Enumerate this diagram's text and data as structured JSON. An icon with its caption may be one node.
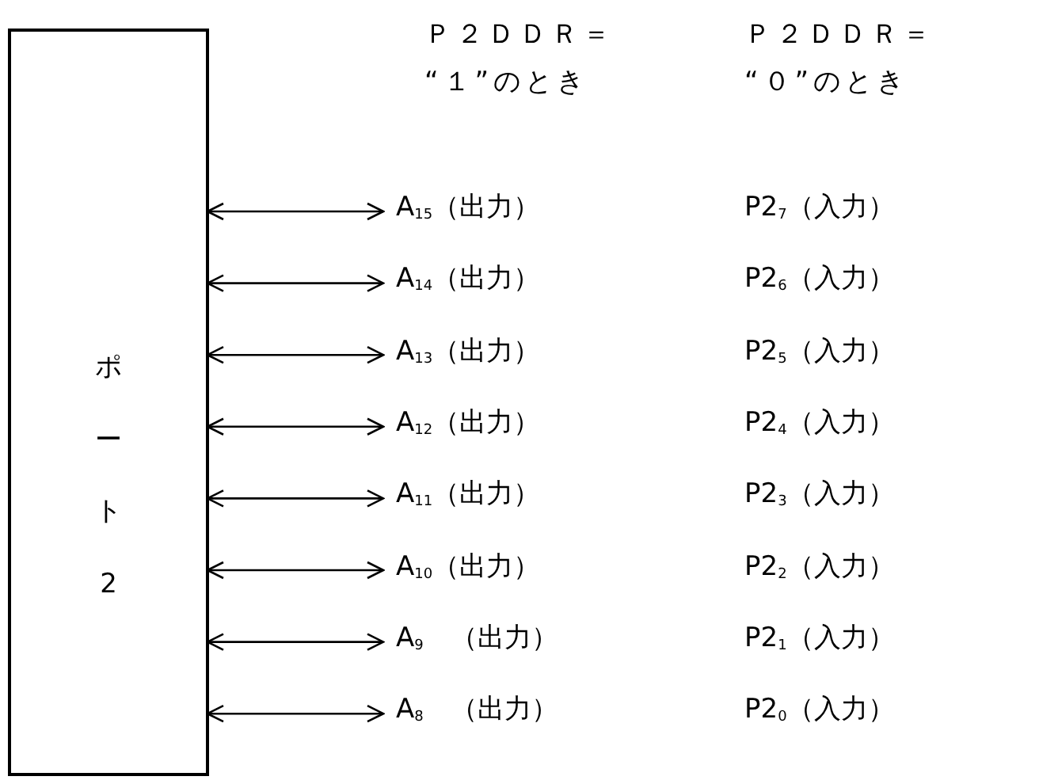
{
  "diagram": {
    "nodes": [
      {
        "text": [
          "ポート2"
        ]
      },
      {
        "text": [
          "A$_{15}$（出力）"
        ]
      },
      {
        "text": [
          "A$_{14}$（出力）"
        ]
      },
      {
        "text": [
          "A$_{13}$（出力）"
        ]
      },
      {
        "text": [
          "A$_{12}$（出力）"
        ]
      },
      {
        "text": [
          "A$_{11}$（出力）"
        ]
      },
      {
        "text": [
          "A$_{10}$（出力）"
        ]
      },
      {
        "text": [
          "A$_{9}$　（出力）"
        ]
      },
      {
        "text": [
          "A$_{8}$　（出力）"
        ]
      }
    ],
    "edges": [
      {
        "from": 0,
        "to": 1,
        "arrow": "both"
      },
      {
        "from": 0,
        "to": 2,
        "arrow": "both"
      },
      {
        "from": 0,
        "to": 3,
        "arrow": "both"
      },
      {
        "from": 0,
        "to": 4,
        "arrow": "both"
      },
      {
        "from": 0,
        "to": 5,
        "arrow": "both"
      },
      {
        "from": 0,
        "to": 6,
        "arrow": "both"
      },
      {
        "from": 0,
        "to": 7,
        "arrow": "both"
      },
      {
        "from": 0,
        "to": 8,
        "arrow": "both"
      }
    ],
    "labels": [
      "Ｐ２ＤＤＲ＝",
      "Ｐ２ＤＤＲ＝",
      "“１”のとき",
      "“０”のとき",
      "P2$_{7}$（入力）",
      "P2$_{6}$（入力）",
      "P2$_{5}$（入力）",
      "P2$_{4}$（入力）",
      "P2$_{3}$（入力）",
      "P2$_{2}$（入力）",
      "P2$_{1}$（入力）",
      "P2$_{0}$（入力）"
    ]
  }
}
